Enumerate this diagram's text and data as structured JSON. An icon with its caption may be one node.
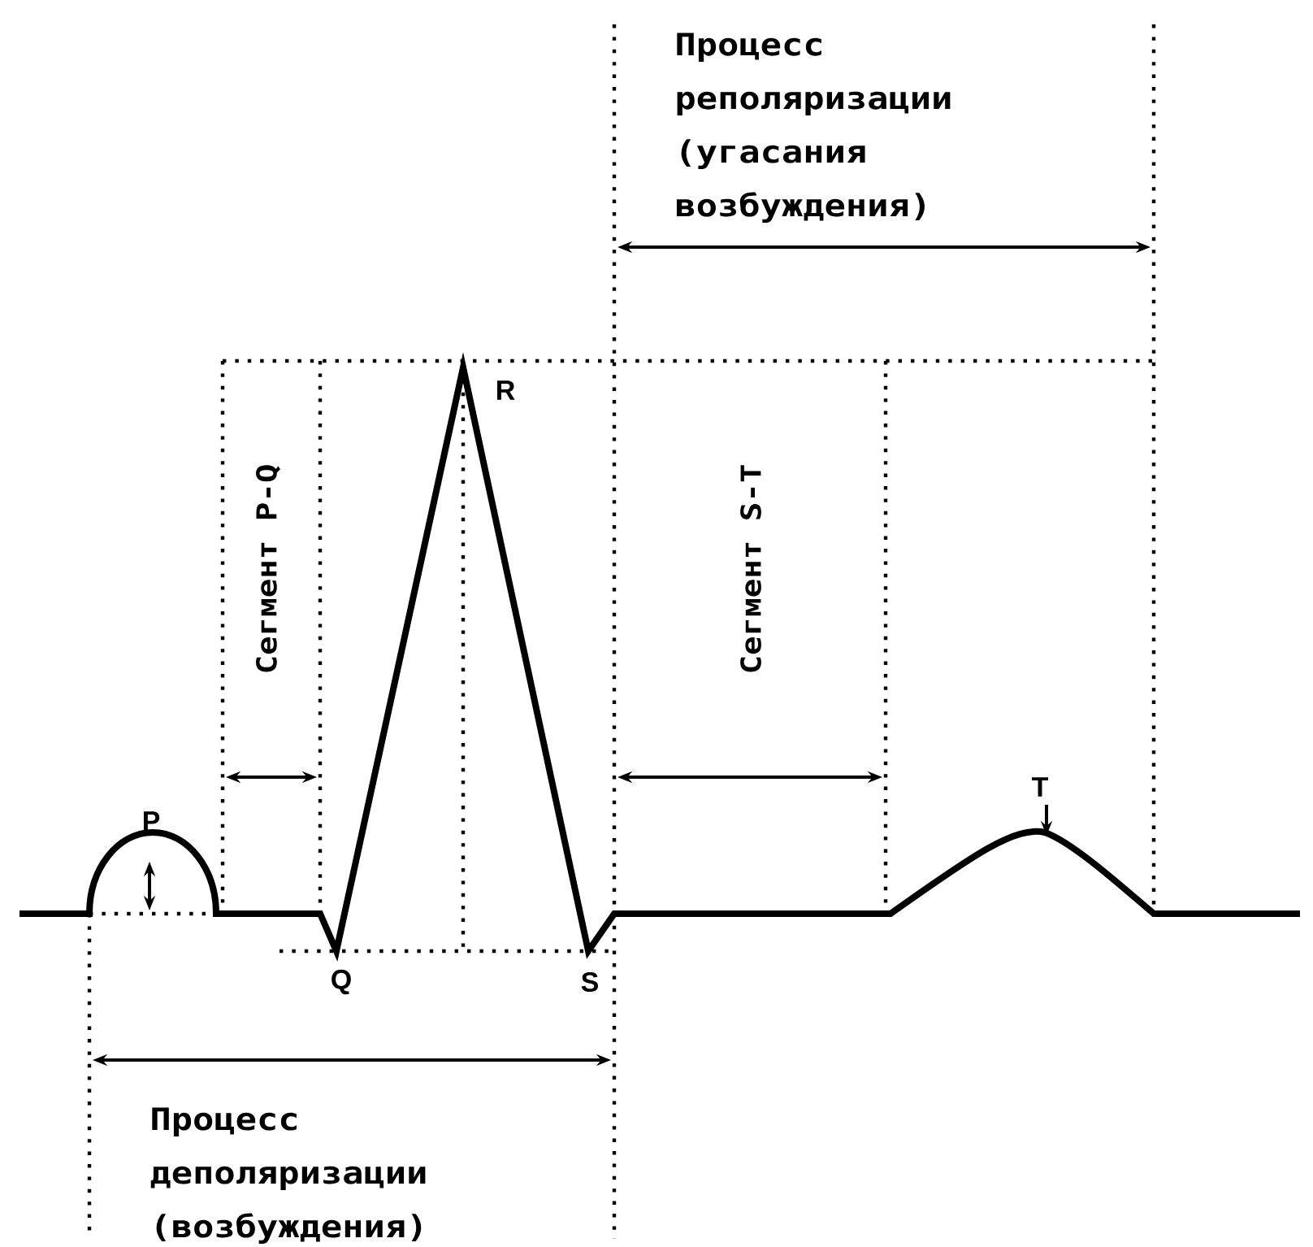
{
  "diagram": {
    "labels": [
      "Процесс реполяризации (угасания возбуждения)",
      "R",
      "Сегмент P-Q",
      "Сегмент S-T",
      "T",
      "P",
      "Q",
      "S",
      "Процесс деполяризации (возбуждения)"
    ]
  }
}
